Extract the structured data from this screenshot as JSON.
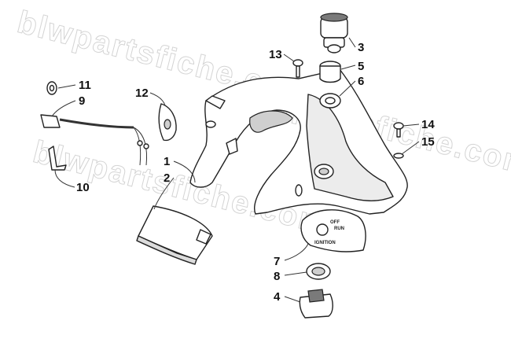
{
  "watermark": "blwpartsfiche.com",
  "callouts": {
    "c1": "1",
    "c2": "2",
    "c3": "3",
    "c4": "4",
    "c5": "5",
    "c6": "6",
    "c7": "7",
    "c8": "8",
    "c9": "9",
    "c10": "10",
    "c11": "11",
    "c12": "12",
    "c13": "13",
    "c14": "14",
    "c15": "15"
  },
  "switch_plate": {
    "off": "OFF",
    "run": "RUN",
    "ignition": "IGNITION"
  }
}
